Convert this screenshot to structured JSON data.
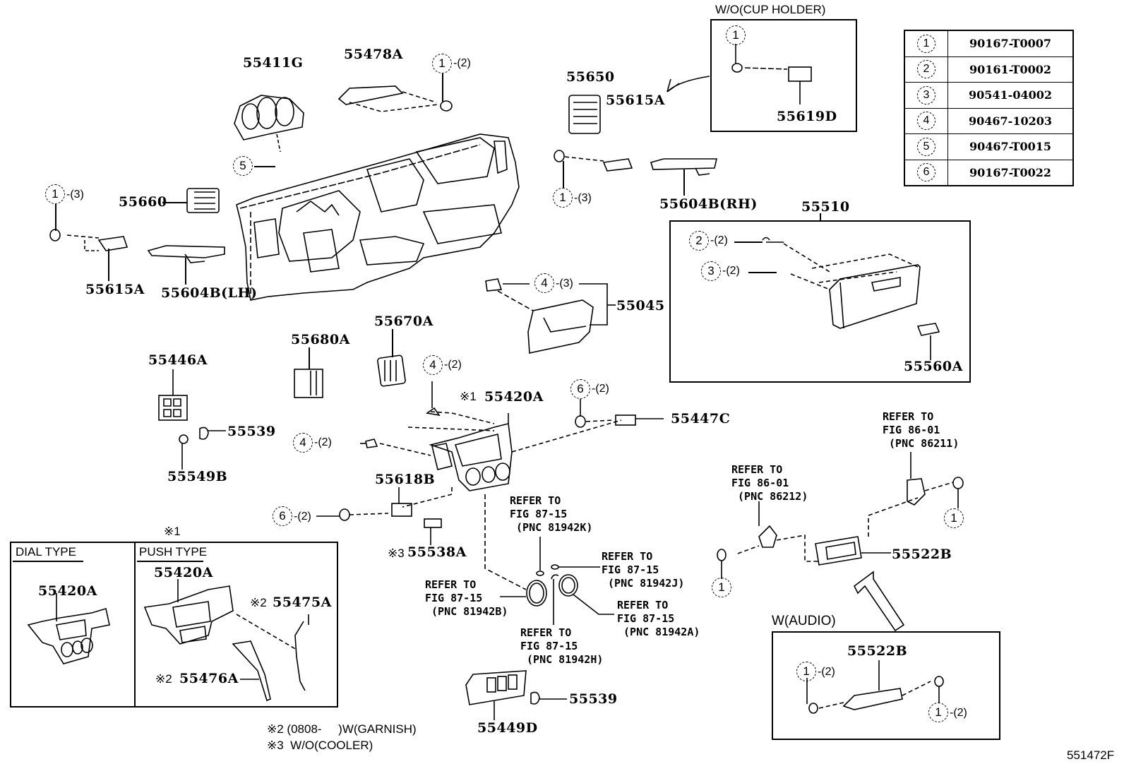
{
  "diagram": {
    "type": "parts-exploded-view",
    "figure_code": "551472F",
    "fastener_table": [
      {
        "key": "1",
        "part_no": "90167-T0007"
      },
      {
        "key": "2",
        "part_no": "90161-T0002"
      },
      {
        "key": "3",
        "part_no": "90541-04002"
      },
      {
        "key": "4",
        "part_no": "90467-10203"
      },
      {
        "key": "5",
        "part_no": "90467-T0015"
      },
      {
        "key": "6",
        "part_no": "90167-T0022"
      }
    ],
    "parts": {
      "p55411G": "55411G",
      "p55478A": "55478A",
      "p55650": "55650",
      "p55615A_r": "55615A",
      "p55660": "55660",
      "p55615A_l": "55615A",
      "p55604B_lh": "55604B(LH)",
      "p55604B_rh": "55604B(RH)",
      "p55619D": "55619D",
      "p55510": "55510",
      "p55560A": "55560A",
      "p55045": "55045",
      "p55446A": "55446A",
      "p55680A": "55680A",
      "p55670A": "55670A",
      "p55539_a": "55539",
      "p55549B": "55549B",
      "p55420A_main": "55420A",
      "p55447C": "55447C",
      "p55618B": "55618B",
      "p55538A": "55538A",
      "p55522B_main": "55522B",
      "p55522B_inset": "55522B",
      "p55420A_dial": "55420A",
      "p55420A_push": "55420A",
      "p55475A": "55475A",
      "p55476A": "55476A",
      "p55449D": "55449D",
      "p55539_b": "55539"
    },
    "callouts": {
      "c1_2_top": {
        "key": "1",
        "qty": "-(2)"
      },
      "c5": {
        "key": "5",
        "qty": ""
      },
      "c1_3_left": {
        "key": "1",
        "qty": "-(3)"
      },
      "c1_3_mid": {
        "key": "1",
        "qty": "-(3)"
      },
      "c1_cup": {
        "key": "1",
        "qty": ""
      },
      "c2_2": {
        "key": "2",
        "qty": "-(2)"
      },
      "c3_2": {
        "key": "3",
        "qty": "-(2)"
      },
      "c4_3": {
        "key": "4",
        "qty": "-(3)"
      },
      "c4_2_top": {
        "key": "4",
        "qty": "-(2)"
      },
      "c4_2_left": {
        "key": "4",
        "qty": "-(2)"
      },
      "c6_2_right": {
        "key": "6",
        "qty": "-(2)"
      },
      "c6_2_left": {
        "key": "6",
        "qty": "-(2)"
      },
      "c1_audio_l": {
        "key": "1",
        "qty": ""
      },
      "c1_audio_r": {
        "key": "1",
        "qty": ""
      },
      "c1_inset_l": {
        "key": "1",
        "qty": "-(2)"
      },
      "c1_inset_r": {
        "key": "1",
        "qty": "-(2)"
      }
    },
    "references": {
      "r81942K": "REFER TO\nFIG 87-15\n (PNC 81942K)",
      "r81942J": "REFER TO\nFIG 87-15\n (PNC 81942J)",
      "r81942B": "REFER TO\nFIG 87-15\n (PNC 81942B)",
      "r81942A": "REFER TO\nFIG 87-15\n (PNC 81942A)",
      "r81942H": "REFER TO\nFIG 87-15\n (PNC 81942H)",
      "r86212": "REFER TO\nFIG 86-01\n (PNC 86212)",
      "r86211": "REFER TO\nFIG 86-01\n (PNC 86211)"
    },
    "insets": {
      "cup_holder_title": "W/O(CUP HOLDER)",
      "audio_title": "W(AUDIO)",
      "note1_mark": "※1",
      "dial_type": "DIAL TYPE",
      "push_type": "PUSH TYPE"
    },
    "marks": {
      "m1_main": "※1",
      "m2_475": "※2",
      "m2_476": "※2",
      "m3_538": "※3"
    },
    "notes": [
      "※2 (0808-     )W(GARNISH)",
      "※3  W/O(COOLER)"
    ]
  }
}
